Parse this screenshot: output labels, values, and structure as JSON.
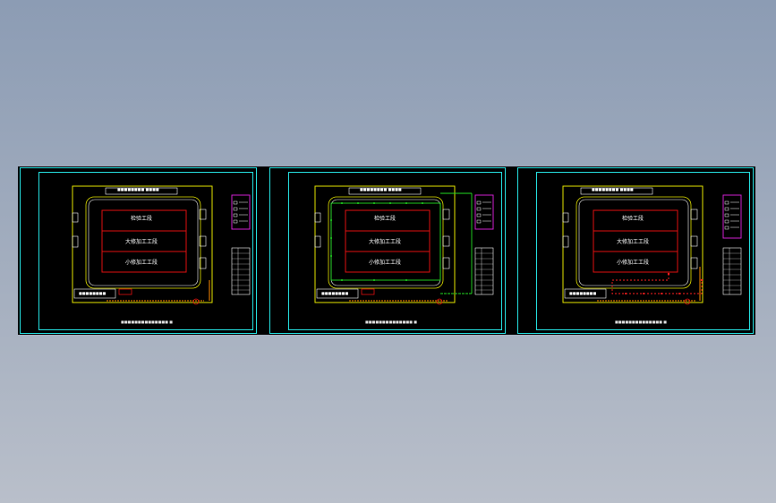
{
  "viewer": {
    "background_top": "#8c9cb4",
    "canvas_color": "#000000",
    "frame_color": "#25e0e0"
  },
  "sheets": [
    {
      "buildings": [
        "检验工段",
        "大修加工工段",
        "小修加工工段"
      ],
      "road_label": "■■■■■■■■ ■■■■",
      "office_label": "■■■■■■■■",
      "title": "■■■■■■■■■■■■■■ ■",
      "variant": "plain"
    },
    {
      "buildings": [
        "检验工段",
        "大修加工工段",
        "小修加工工段"
      ],
      "road_label": "■■■■■■■■ ■■■■",
      "office_label": "■■■■■■■■",
      "title": "■■■■■■■■■■■■■■ ■",
      "variant": "green"
    },
    {
      "buildings": [
        "检验工段",
        "大修加工工段",
        "小修加工工段"
      ],
      "road_label": "■■■■■■■■ ■■■■",
      "office_label": "■■■■■■■■",
      "title": "■■■■■■■■■■■■■■ ■",
      "variant": "red"
    }
  ]
}
